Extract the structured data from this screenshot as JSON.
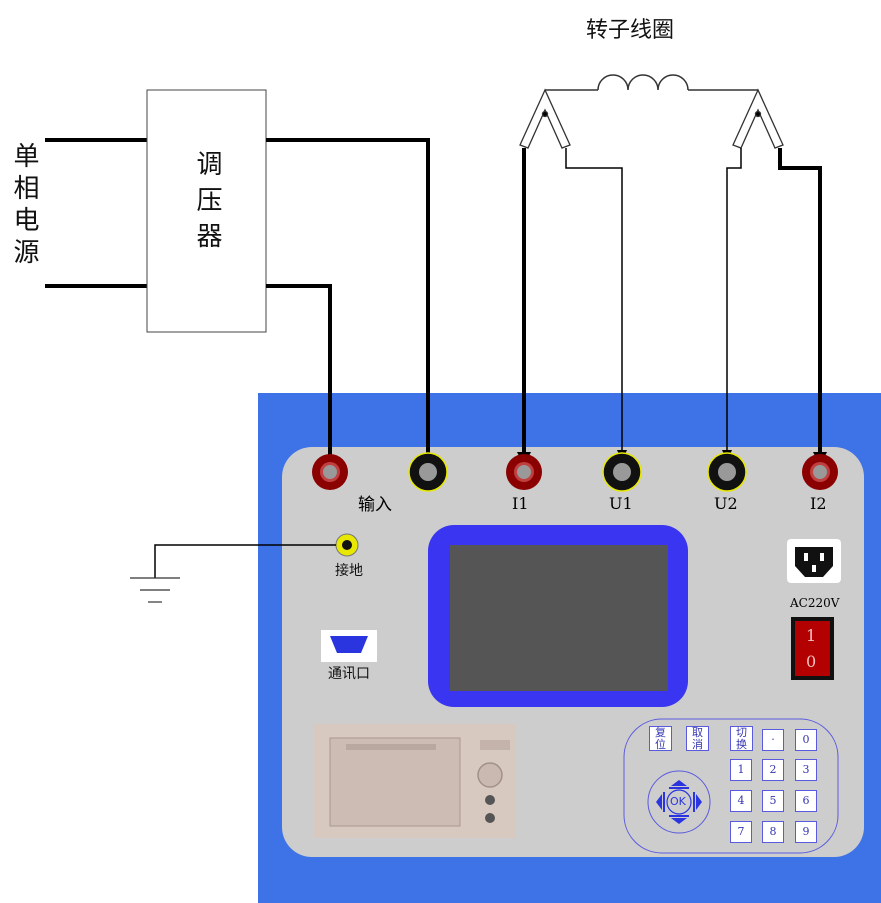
{
  "labels": {
    "power_source": "单相电源",
    "regulator": "调压器",
    "rotor_coil": "转子线圈",
    "input": "输入",
    "ground": "接地",
    "comm_port": "通讯口",
    "ac_label": "AC220V",
    "switch_on": "1",
    "switch_off": "0"
  },
  "terminals": [
    {
      "name": "I1"
    },
    {
      "name": "U1"
    },
    {
      "name": "U2"
    },
    {
      "name": "I2"
    }
  ],
  "keypad": {
    "top_row": [
      "复\n位",
      "取\n消",
      "切\n换",
      "·",
      "0"
    ],
    "digits": [
      "1",
      "2",
      "3",
      "4",
      "5",
      "6",
      "7",
      "8",
      "9"
    ],
    "ok": "OK"
  },
  "colors": {
    "panel_blue": "#3d73e6",
    "face_gray": "#cdcdcd",
    "screen_frame": "#3a35f0",
    "screen": "#555555",
    "red_terminal": "#8b0000",
    "black_terminal": "#111111",
    "yellow_ground": "#e8e800"
  }
}
